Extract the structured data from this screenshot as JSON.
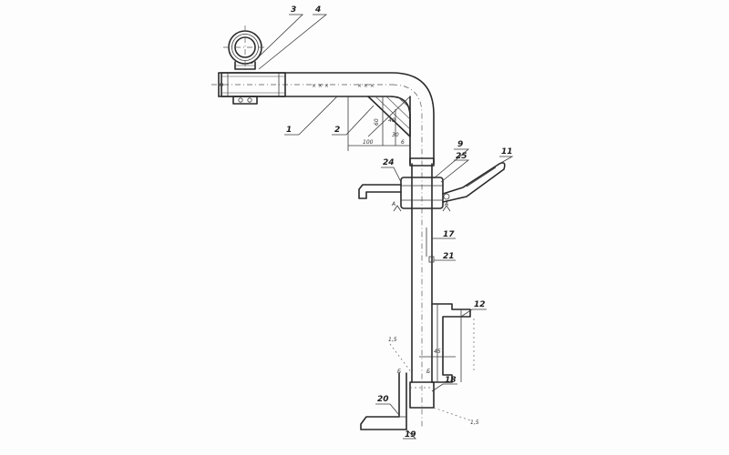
{
  "callouts": {
    "c1": "1",
    "c2": "2",
    "c3": "3",
    "c4": "4",
    "c9": "9",
    "c11": "11",
    "c12": "12",
    "c17": "17",
    "c18": "18",
    "c19": "19",
    "c20": "20",
    "c21": "21",
    "c24": "24",
    "c25": "25"
  },
  "section_marks": {
    "a_left": "A",
    "a_right": "A",
    "b_left": "Б",
    "b_right": "Б"
  },
  "dimensions": {
    "d100": "100",
    "d60": "60",
    "d40": "40",
    "d30": "30",
    "d6": "6",
    "d45": "45",
    "d1_5a": "1,5",
    "d1_5b": "1,5",
    "weld": "× × ×"
  }
}
